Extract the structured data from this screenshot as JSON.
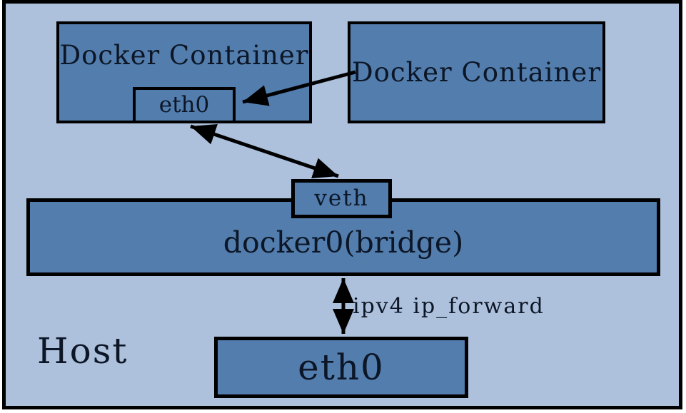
{
  "diagram": {
    "title_implicit": "Docker bridge networking",
    "host": {
      "label": "Host"
    },
    "container_left": {
      "label": "Docker Container",
      "eth0_label": "eth0"
    },
    "container_right": {
      "label": "Docker Container"
    },
    "veth": {
      "label": "veth"
    },
    "bridge": {
      "label": "docker0(bridge)"
    },
    "host_eth0": {
      "label": "eth0"
    },
    "ip_forward": {
      "label": "ipv4 ip_forward"
    },
    "connections": [
      {
        "from": "docker-container-right",
        "to": "container-eth0",
        "style": "single-arrow"
      },
      {
        "from": "container-eth0",
        "to": "veth",
        "style": "double-arrow"
      },
      {
        "from": "docker0-bridge",
        "to": "host-eth0",
        "style": "double-arrow",
        "label": "ipv4 ip_forward"
      }
    ]
  },
  "colors": {
    "host_bg": "#aec1dc",
    "box_fill": "#527dad",
    "border": "#000000",
    "text": "#0c1626"
  }
}
